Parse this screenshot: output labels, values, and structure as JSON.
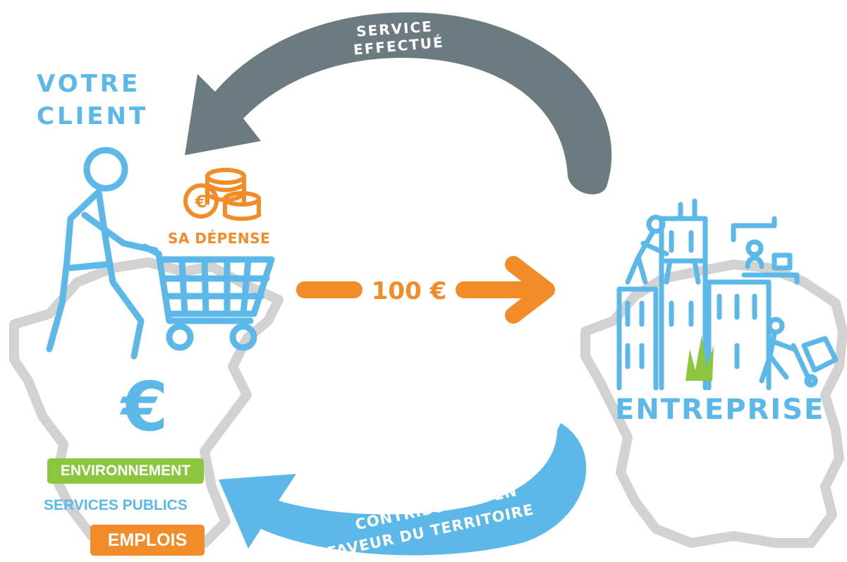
{
  "labels": {
    "service_top": "SERVICE",
    "service_bottom": "EFFECTUÉ",
    "client_line1": "VOTRE",
    "client_line2": "CLIENT",
    "depense": "SA DÉPENSE",
    "amount": "100 €",
    "entreprise": "ENTREPRISE",
    "contribution_line1": "CONTRIBUTION EN",
    "contribution_line2": "FAVEUR DU TERRITOIRE",
    "euro_symbol": "€"
  },
  "benefits": {
    "environnement": "ENVIRONNEMENT",
    "services_publics": "SERVICES PUBLICS",
    "emplois": "EMPLOIS"
  },
  "colors": {
    "blue": "#5bb8e8",
    "orange": "#f28c28",
    "green": "#8cc63f",
    "slate": "#6b7b80",
    "map_gray": "#d0d0d0"
  }
}
